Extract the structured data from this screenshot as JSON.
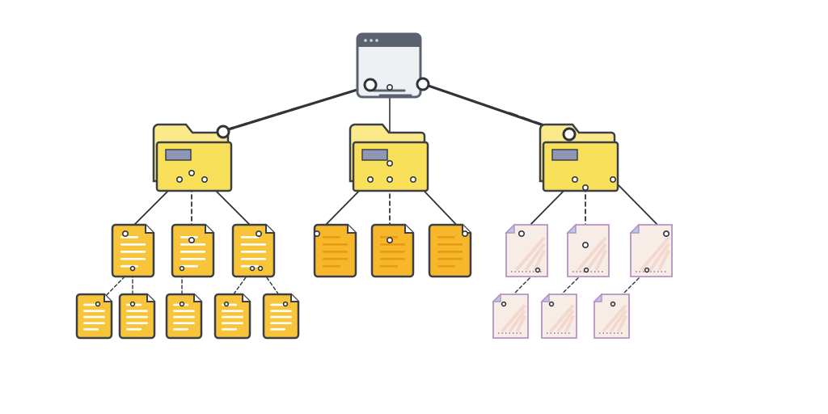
{
  "colors": {
    "background": "#ffffff",
    "outline": "#3b4048",
    "connector": "#2f343b",
    "window_frame": "#5a6270",
    "window_body": "#eef0f3",
    "folder_fill": "#f9e05a",
    "folder_back": "#fbe98a",
    "folder_label": "#8e97b3",
    "doc_yellow": "#f8c53a",
    "doc_orange": "#f6b72a",
    "doc_lines_light": "#ffffff",
    "doc_lines_orange": "#e79b14",
    "doc_pink_fill": "#f8ece6",
    "doc_pink_outline": "#b394c2",
    "doc_pink_stripe": "#f3d8ce",
    "doc_pink_corner": "#b8c6ee",
    "doc_pink_dots": "#a98fb5"
  },
  "icons": {
    "root": "browser-window-icon",
    "folder": "folder-icon",
    "yellow_doc": "document-icon",
    "orange_doc": "document-icon",
    "pink_doc": "blank-document-icon"
  },
  "tree": {
    "root": "window",
    "levels": [
      {
        "type": "folder",
        "count": 3
      },
      {
        "type": "document",
        "count": 9
      },
      {
        "type": "document",
        "count": 8
      }
    ],
    "branches": [
      {
        "folder_style": "yellow",
        "doc_style": "yellow",
        "docs": 3,
        "subdocs": [
          2,
          1,
          2
        ]
      },
      {
        "folder_style": "yellow",
        "doc_style": "orange",
        "docs": 3,
        "subdocs": [
          0,
          0,
          0
        ]
      },
      {
        "folder_style": "yellow",
        "doc_style": "pink",
        "docs": 3,
        "subdocs": [
          1,
          1,
          1
        ]
      }
    ]
  }
}
